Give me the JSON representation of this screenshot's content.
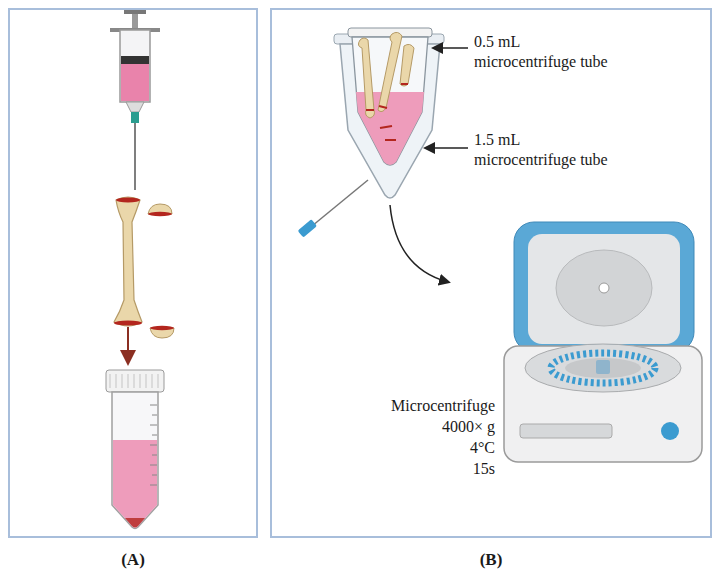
{
  "diagram": {
    "nodes": [
      {
        "text": [
          "(A)"
        ]
      },
      {
        "text": [
          "(B)"
        ]
      }
    ],
    "labels": [
      "0.5 mL microcentrifuge tube",
      "1.5 mL microcentrifuge tube",
      "Microcentrifuge",
      "4000× g",
      "4°C",
      "15s"
    ]
  }
}
